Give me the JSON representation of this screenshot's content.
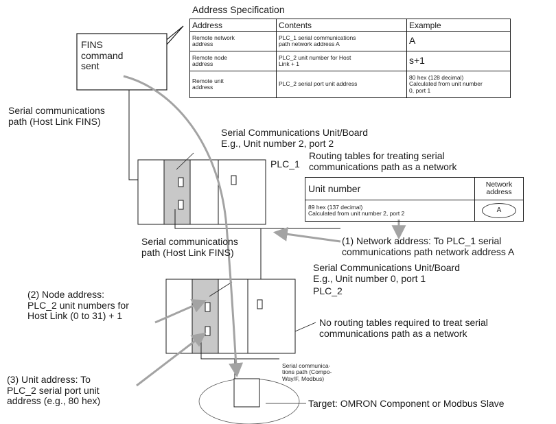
{
  "spec": {
    "title": "Address Specification",
    "headers": [
      "Address",
      "Contents",
      "Example"
    ],
    "rows": [
      [
        "Remote network\naddress",
        "PLC_1 serial communications\npath network address A",
        "A"
      ],
      [
        "Remote node\naddress",
        "PLC_2 unit number for Host\nLink + 1",
        "s+1"
      ],
      [
        "Remote unit\naddress",
        "PLC_2 serial port unit address",
        "80 hex (128 decimal)\nCalculated from unit number\n0, port 1"
      ]
    ]
  },
  "fins_box": "FINS\ncommand\nsent",
  "path_top": "Serial communications\npath (Host Link FINS)",
  "scu1": "Serial Communications Unit/Board\nE.g., Unit number 2, port 2",
  "plc1": "PLC_1",
  "routing_title": "Routing tables for treating serial\ncommunications path as a network",
  "routing": {
    "headers": [
      "Unit number",
      "Network\naddress"
    ],
    "row": [
      "89 hex (137 decimal)\nCalculated from unit number 2, port 2",
      "A"
    ]
  },
  "path_mid": "Serial communications\npath (Host Link FINS)",
  "note1": "(1) Network address: To PLC_1 serial\ncommunications path network address A",
  "scu2": "Serial Communications Unit/Board\nE.g., Unit number 0, port 1",
  "plc2": "PLC_2",
  "note2": "(2) Node address:\nPLC_2 unit numbers for\nHost Link (0 to 31) + 1",
  "no_routing": "No routing tables required to treat serial\ncommunications path as a network",
  "note3": "(3) Unit address: To\nPLC_2 serial port unit\naddress (e.g., 80 hex)",
  "path_bottom": "Serial communica-\ntions path (Compo-\nWay/F, Modbus)",
  "target": "Target: OMRON Component or Modbus Slave",
  "colors": {
    "unit_fill": "#c8c8c8",
    "arrow": "#a3a3a3",
    "line": "#1a1a1a"
  }
}
